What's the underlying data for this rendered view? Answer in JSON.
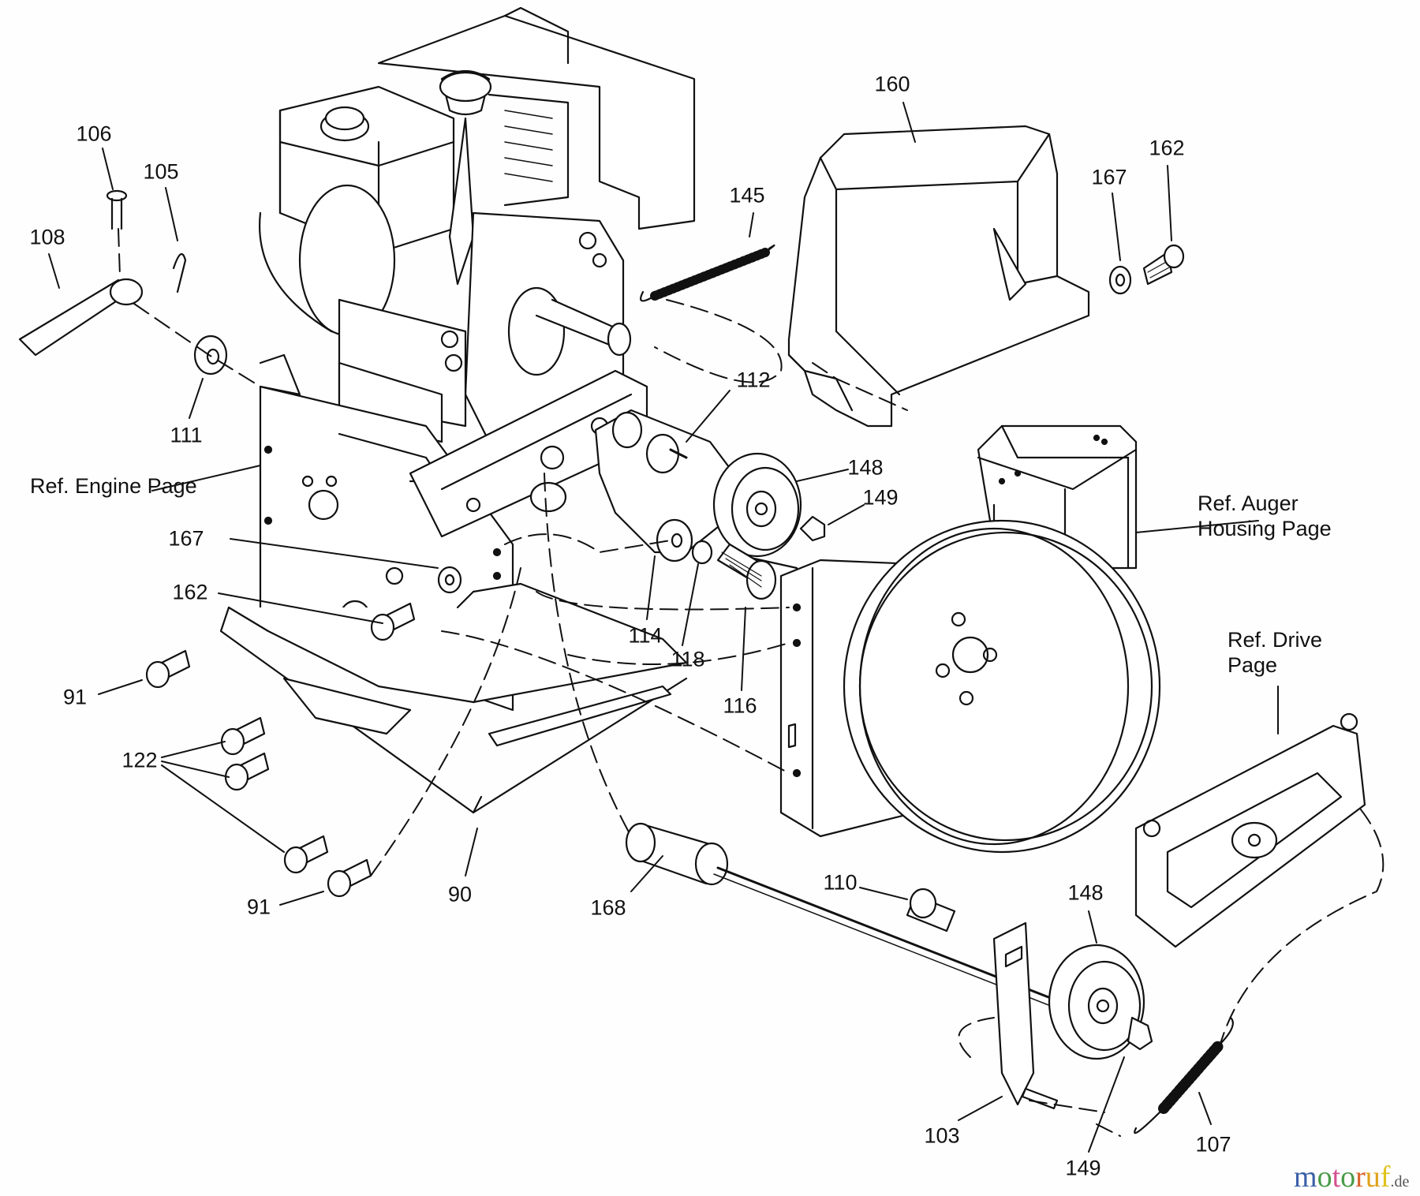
{
  "diagram": {
    "title": "Snow thrower engine / drive frame exploded parts view",
    "callouts": [
      {
        "id": "c106",
        "part": "106"
      },
      {
        "id": "c105",
        "part": "105"
      },
      {
        "id": "c108",
        "part": "108"
      },
      {
        "id": "c111",
        "part": "111"
      },
      {
        "id": "c167a",
        "part": "167"
      },
      {
        "id": "c162a",
        "part": "162"
      },
      {
        "id": "c91a",
        "part": "91"
      },
      {
        "id": "c122",
        "part": "122"
      },
      {
        "id": "c91b",
        "part": "91"
      },
      {
        "id": "c90",
        "part": "90"
      },
      {
        "id": "c168",
        "part": "168"
      },
      {
        "id": "c145",
        "part": "145"
      },
      {
        "id": "c112",
        "part": "112"
      },
      {
        "id": "c148a",
        "part": "148"
      },
      {
        "id": "c149a",
        "part": "149"
      },
      {
        "id": "c114",
        "part": "114"
      },
      {
        "id": "c118",
        "part": "118"
      },
      {
        "id": "c116",
        "part": "116"
      },
      {
        "id": "c160",
        "part": "160"
      },
      {
        "id": "c167b",
        "part": "167"
      },
      {
        "id": "c162b",
        "part": "162"
      },
      {
        "id": "c110",
        "part": "110"
      },
      {
        "id": "c148b",
        "part": "148"
      },
      {
        "id": "c103",
        "part": "103"
      },
      {
        "id": "c149b",
        "part": "149"
      },
      {
        "id": "c107",
        "part": "107"
      }
    ],
    "references": {
      "engine": "Ref. Engine Page",
      "auger_line1": "Ref. Auger",
      "auger_line2": "Housing Page",
      "drive_line1": "Ref. Drive",
      "drive_line2": "Page"
    }
  },
  "watermark": {
    "letters": [
      {
        "ch": "m",
        "color": "#3b5fa8"
      },
      {
        "ch": "o",
        "color": "#4a9a4a"
      },
      {
        "ch": "t",
        "color": "#d4508f"
      },
      {
        "ch": "o",
        "color": "#4a9a4a"
      },
      {
        "ch": "r",
        "color": "#d9632a"
      },
      {
        "ch": "u",
        "color": "#e0a21c"
      },
      {
        "ch": "f",
        "color": "#e0c21c"
      }
    ],
    "tld": ".de"
  }
}
